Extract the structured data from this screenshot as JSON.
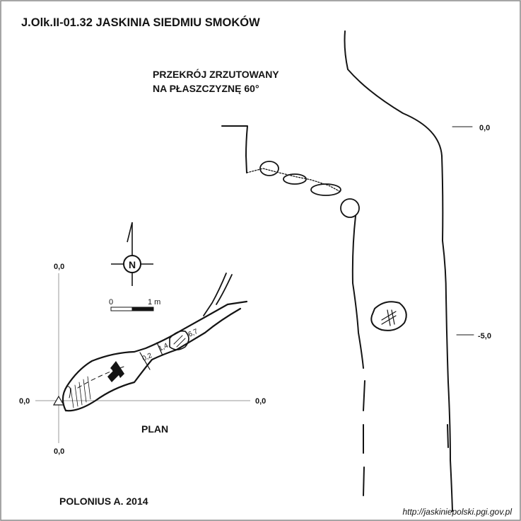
{
  "title": "J.Olk.II-01.32  JASKINIA SIEDMIU SMOKÓW",
  "section": {
    "line1": "PRZEKRÓJ ZRZUTOWANY",
    "line2": "NA PŁASZCZYZNĘ 60°",
    "levels": [
      "0,0",
      "-5,0"
    ]
  },
  "plan": {
    "label": "PLAN",
    "north": "N",
    "scale": {
      "start": "0",
      "end": "1 m"
    },
    "axis_labels": {
      "top": "0,0",
      "left": "0,0",
      "right": "0,0",
      "bottom": "0,0"
    },
    "depths": [
      "0,2",
      "1,4",
      "6,7"
    ]
  },
  "author": "POLONIUS A. 2014",
  "url": "http://jaskiniepolski.pgi.gov.pl",
  "colors": {
    "ink": "#141414",
    "background": "#ffffff",
    "frame": "#888888"
  }
}
